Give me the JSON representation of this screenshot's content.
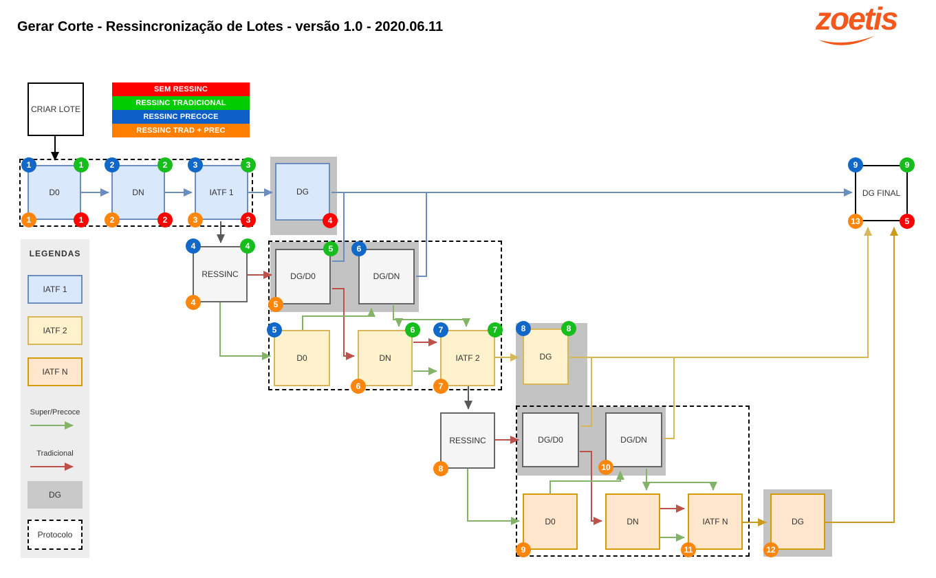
{
  "header": {
    "title": "Gerar Corte - Ressincronização de Lotes - versão 1.0 - 2020.06.11",
    "logo": "zoetis",
    "logo_color": "#f4581d"
  },
  "legend_bars": [
    {
      "label": "SEM RESSINC",
      "color": "#ff0000"
    },
    {
      "label": "RESSINC TRADICIONAL",
      "color": "#00cc00"
    },
    {
      "label": "RESSINC PRECOCE",
      "color": "#0d5ec6"
    },
    {
      "label": "RESSINC TRAD + PREC",
      "color": "#ff8000"
    }
  ],
  "legend": {
    "title": "LEGENDAS",
    "iatf1": "IATF 1",
    "iatf2": "IATF 2",
    "iatfn": "IATF N",
    "super_precoce": "Super/Precoce",
    "tradicional": "Tradicional",
    "dg": "DG",
    "protocolo": "Protocolo"
  },
  "flow": {
    "criar_lote": "CRIAR LOTE",
    "dg_final": "DG FINAL",
    "row1": {
      "d0": "D0",
      "dn": "DN",
      "iatf": "IATF 1",
      "dg": "DG"
    },
    "cluster1": {
      "ressinc": "RESSINC",
      "dg_d0": "DG/D0",
      "dg_dn": "DG/DN"
    },
    "row2": {
      "d0": "D0",
      "dn": "DN",
      "iatf": "IATF 2",
      "dg": "DG"
    },
    "cluster2": {
      "ressinc": "RESSINC",
      "dg_d0": "DG/D0",
      "dg_dn": "DG/DN"
    },
    "row3": {
      "d0": "D0",
      "dn": "DN",
      "iatf": "IATF N",
      "dg": "DG"
    }
  },
  "badges": [
    "1",
    "1",
    "1",
    "1",
    "2",
    "2",
    "2",
    "2",
    "3",
    "3",
    "3",
    "3",
    "4",
    "4",
    "4",
    "4",
    "5",
    "5",
    "6",
    "5",
    "6",
    "6",
    "7",
    "7",
    "7",
    "8",
    "8",
    "8",
    "10",
    "9",
    "11",
    "12",
    "9",
    "9",
    "13",
    "5"
  ],
  "colors": {
    "blue_box": "#dae8fc",
    "blue_border": "#6c8ebf",
    "yellow_box": "#fff2cc",
    "yellow_border": "#d6b656",
    "peach_box": "#ffe6cc",
    "peach_border": "#d79b00",
    "gray_box": "#f5f5f5",
    "gray_border": "#666666",
    "badge_blue": "#1168c8",
    "badge_green": "#16bd1c",
    "badge_red": "#fe0000",
    "badge_orange": "#ff860d",
    "arrow_green": "#82b366",
    "arrow_red": "#bb5149",
    "arrow_blue": "#6c8ebf",
    "arrow_gold": "#d6b656",
    "arrow_gold_dark": "#cb9a1e",
    "arrow_gray": "#595959",
    "arrow_black": "#000000",
    "dg_background": "#c3c3c3"
  }
}
